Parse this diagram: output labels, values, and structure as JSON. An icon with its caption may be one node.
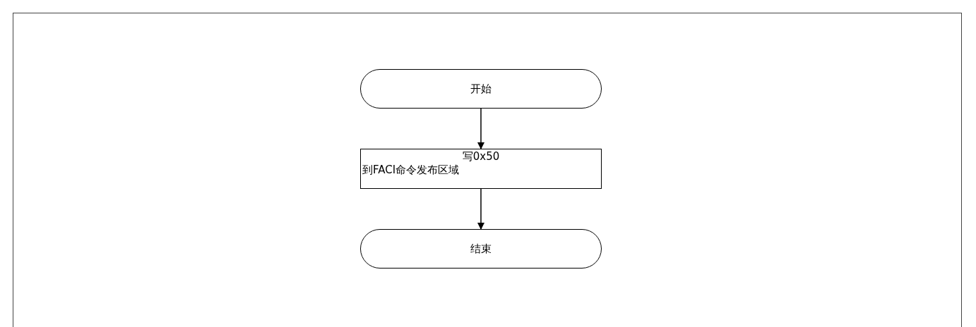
{
  "diagram": {
    "nodes": [
      {
        "text": [
          "开始"
        ]
      },
      {
        "text": [
          "写0x50",
          "到FACI命令发布区域"
        ]
      },
      {
        "text": [
          "结束"
        ]
      }
    ],
    "edges": [
      {
        "from": 0,
        "to": 1,
        "arrow": "to"
      },
      {
        "from": 1,
        "to": 2,
        "arrow": "to"
      }
    ]
  }
}
